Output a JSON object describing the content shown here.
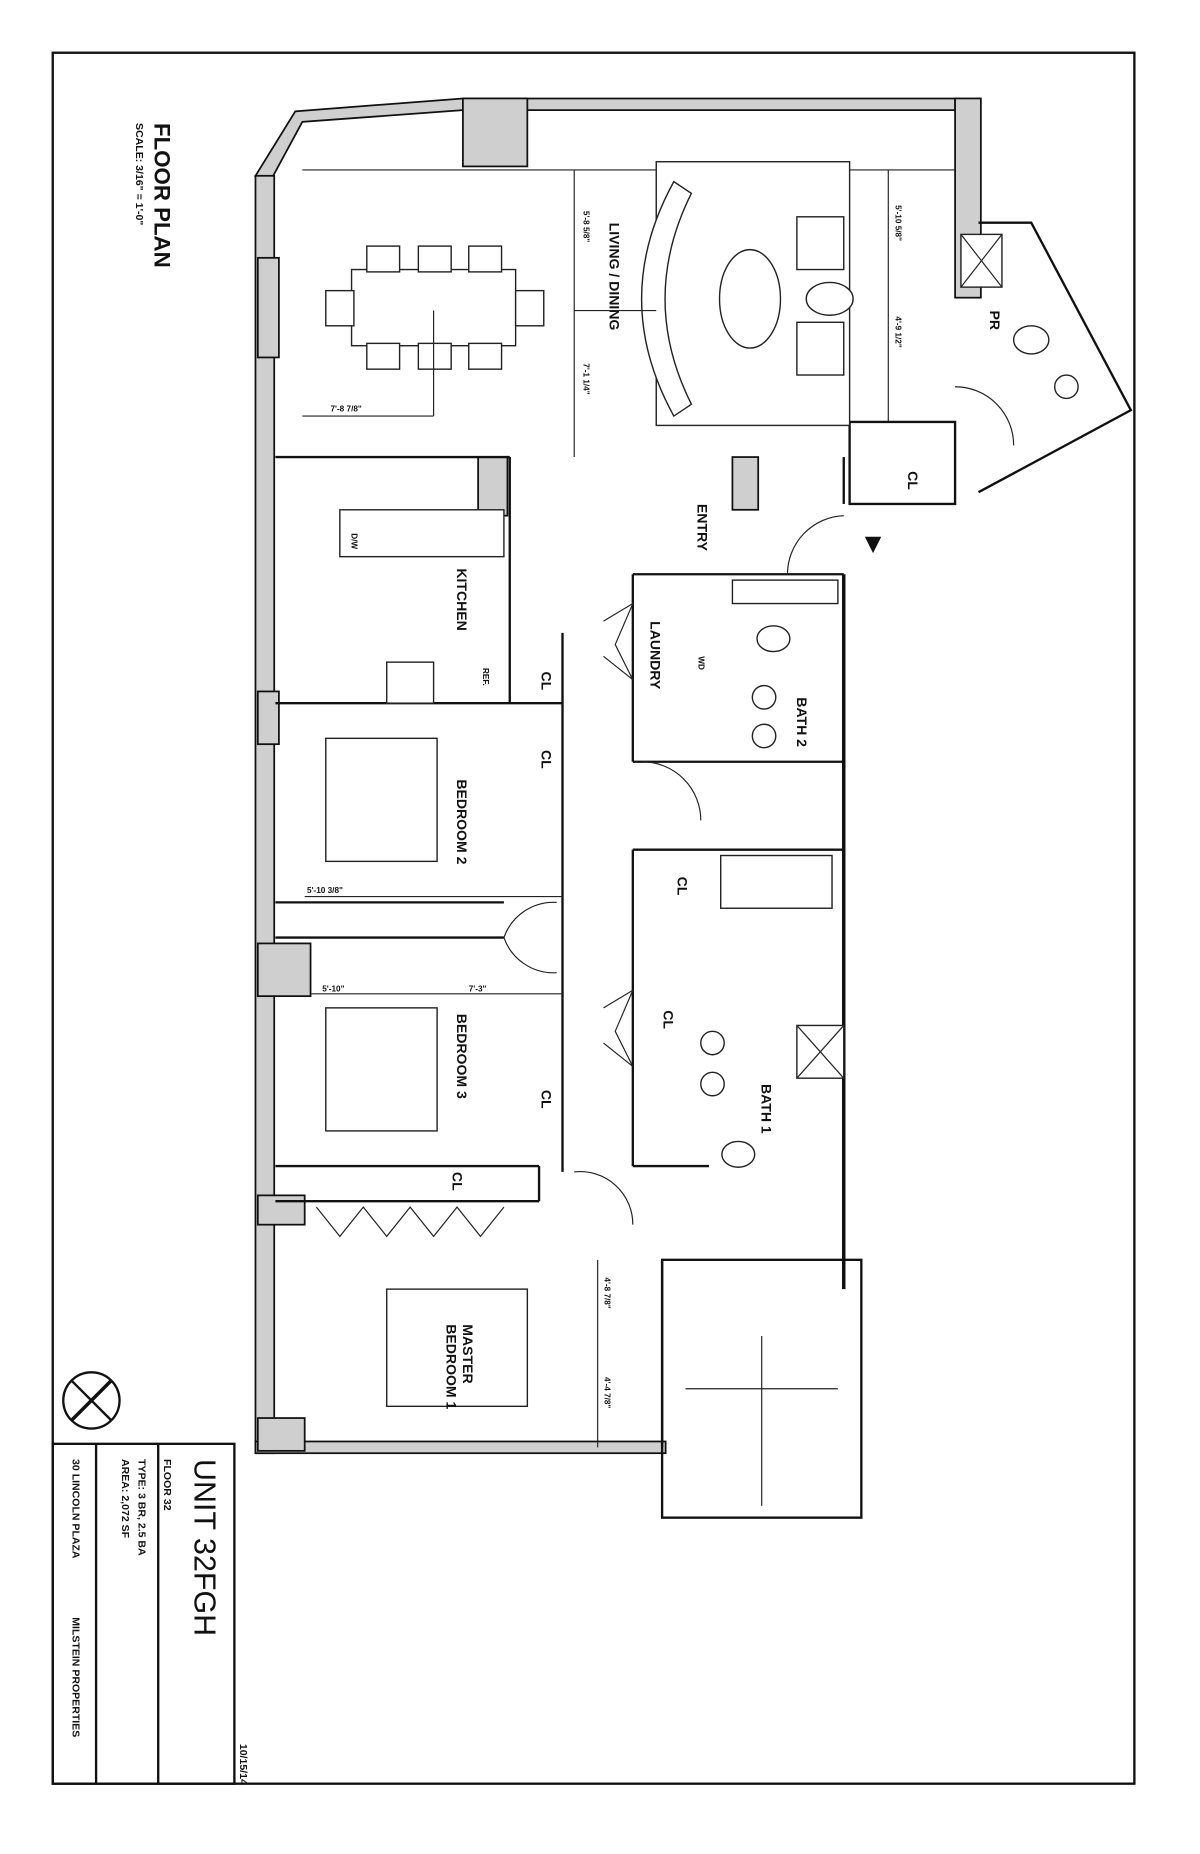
{
  "header": {
    "title": "FLOOR PLAN",
    "scale": "SCALE: 3/16\" = 1'-0\""
  },
  "title_block": {
    "unit": "UNIT 32FGH",
    "floor": "FLOOR 32",
    "type": "TYPE: 3 BR, 2.5 BA",
    "area": "AREA: 2,072 SF",
    "address": "30 LINCOLN PLAZA",
    "developer": "MILSTEIN PROPERTIES",
    "date": "10/15/14",
    "compass_icon": "north-arrow-icon"
  },
  "rooms": {
    "living_dining": "LIVING / DINING",
    "pr": "PR",
    "entry": "ENTRY",
    "kitchen": "KITCHEN",
    "laundry": "LAUNDRY",
    "bath2": "BATH 2",
    "bedroom2": "BEDROOM 2",
    "bedroom3": "BEDROOM 3",
    "bath1": "BATH 1",
    "master_line1": "MASTER",
    "master_line2": "BEDROOM 1",
    "closet": "CL"
  },
  "fixtures": {
    "dw": "D/W",
    "ref": "REF.",
    "wd": "WD"
  },
  "dimensions": {
    "dining_width": "7'-8 7/8\"",
    "living_left": "5'-8 5/8\"",
    "living_right": "7'-1 1/4\"",
    "living_tv_left": "5'-10 5/8\"",
    "living_tv_right": "4'-9 1/2\"",
    "bed2_left": "5'-10 3/8\"",
    "bed3_left": "5'-10\"",
    "bed3_right": "7'-3\"",
    "master_left": "4'-8 7/8\"",
    "master_right": "4'-4 7/8\""
  }
}
